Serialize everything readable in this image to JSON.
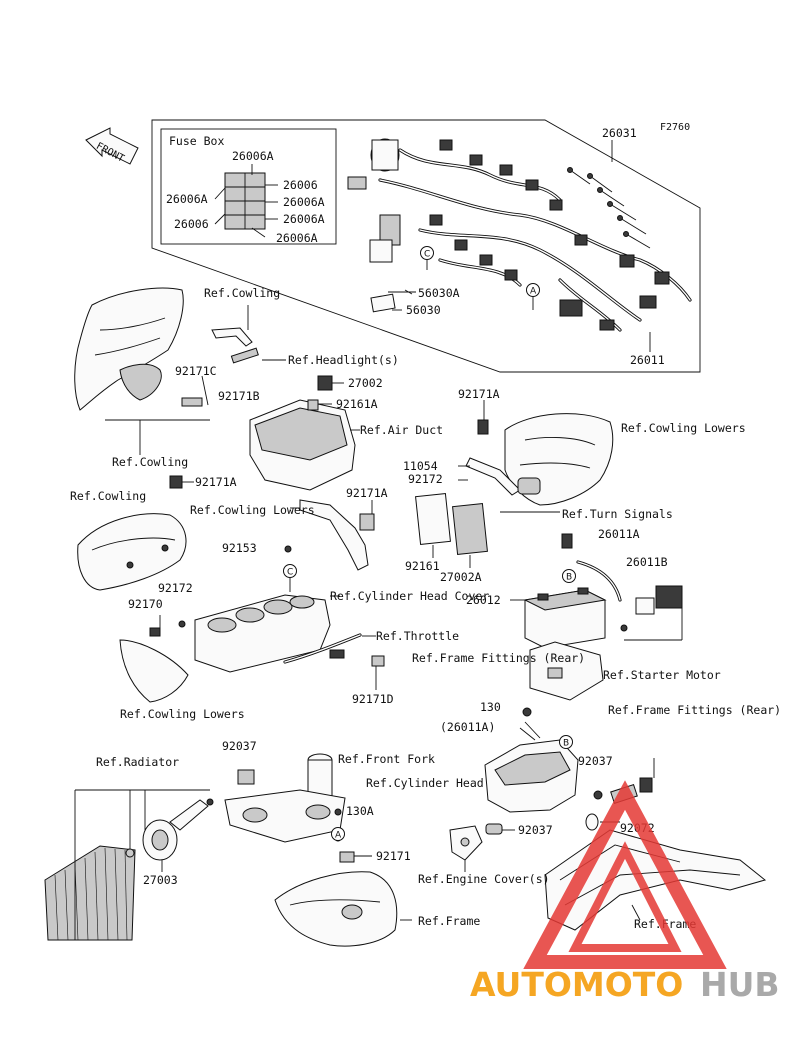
{
  "diagram_code": "F2760",
  "front_label": "FRONT",
  "fuse_box": {
    "title": "Fuse Box",
    "labels": [
      "26006A",
      "26006A",
      "26006",
      "26006",
      "26006A",
      "26006A",
      "26006A"
    ]
  },
  "markers": [
    "C",
    "A",
    "C",
    "B",
    "B",
    "A"
  ],
  "parts": [
    "26031",
    "56030A",
    "56030",
    "26011",
    "Ref.Cowling",
    "Ref.Headlight(s)",
    "92171C",
    "92171B",
    "27002",
    "92161A",
    "Ref.Air Duct",
    "92171A",
    "Ref.Cowling Lowers",
    "Ref.Cowling",
    "11054",
    "92172",
    "92171A",
    "Ref.Cowling",
    "92171A",
    "Ref.Cowling Lowers",
    "Ref.Turn Signals",
    "26011A",
    "92153",
    "92161",
    "27002A",
    "26011B",
    "Ref.Cylinder Head Cover",
    "26012",
    "92172",
    "92170",
    "Ref.Throttle",
    "Ref.Frame Fittings (Rear)",
    "Ref.Starter Motor",
    "92171D",
    "Ref.Cowling Lowers",
    "130",
    "(26011A)",
    "Ref.Frame Fittings (Rear)",
    "92037",
    "Ref.Front Fork",
    "Ref.Radiator",
    "Ref.Cylinder Head",
    "92037",
    "130A",
    "92072",
    "92037",
    "27003",
    "92171",
    "Ref.Engine Cover(s)",
    "Ref.Frame",
    "Ref.Frame"
  ],
  "watermark": {
    "part1": "AUTOMOTO",
    "part2": "HUB",
    "color_primary": "#f5a623",
    "color_secondary": "#a9a9a9",
    "color_triangle": "#e53935"
  }
}
